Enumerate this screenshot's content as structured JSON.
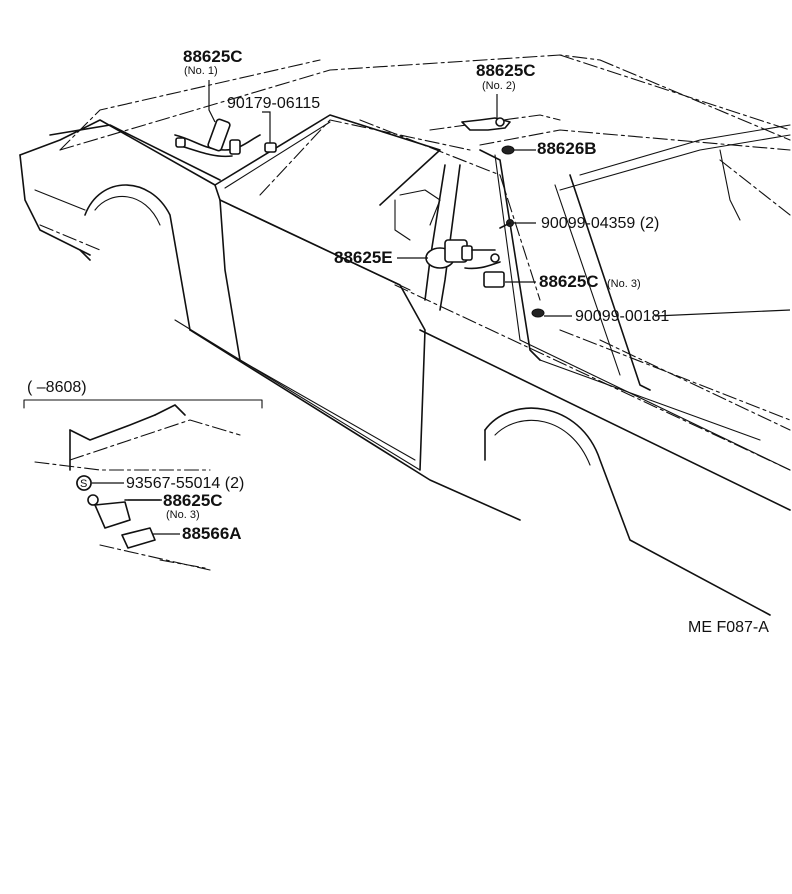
{
  "labels": {
    "l1_part": "88625C",
    "l1_note": "(No. 1)",
    "l2_part": "88625C",
    "l2_note": "(No. 2)",
    "l3_part": "90179-06115",
    "l4_part": "88626B",
    "l5_part": "90099-04359 (2)",
    "l6_part": "88625E",
    "l7_part": "88625C",
    "l7_note": "(No. 3)",
    "l8_part": "90099-00181",
    "inset_title": "(      –8608)",
    "inset_s_symbol": "S",
    "inset_p1": "93567-55014 (2)",
    "inset_p2": "88625C",
    "inset_p2_note": "(No. 3)",
    "inset_p3": "88566A",
    "footer_code": "ME  F087-A"
  }
}
